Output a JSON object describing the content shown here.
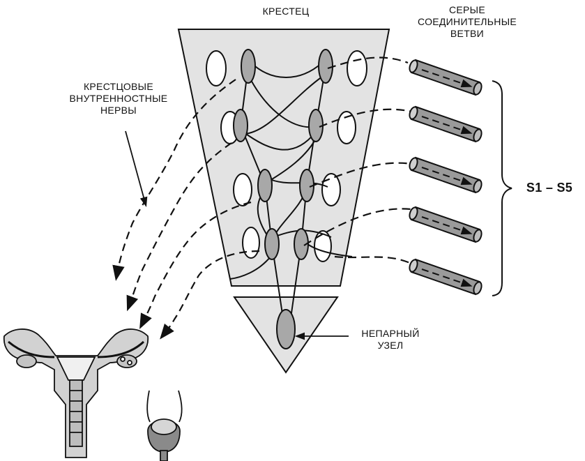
{
  "labels": {
    "sacrum": "КРЕСТЕЦ",
    "gray_rami": [
      "СЕРЫЕ",
      "СОЕДИНИТЕЛЬНЫЕ",
      "ВЕТВИ"
    ],
    "splanchnic": [
      "КРЕСТЦОВЫЕ",
      "ВНУТРЕННОСТНЫЕ",
      "НЕРВЫ"
    ],
    "ganglion_impar": [
      "НЕПАРНЫЙ",
      "УЗЕЛ"
    ],
    "segments": "S1 – S5"
  },
  "colors": {
    "bone": "#e3e3e3",
    "ganglion": "#a8a8a8",
    "ramus": "#9a9a9a",
    "line": "#111111"
  },
  "icons": [
    "sacrum-shape",
    "coccyx-shape",
    "sympathetic-ganglion",
    "gray-ramus-cylinder",
    "uterus-illustration",
    "bladder-illustration",
    "brace"
  ]
}
